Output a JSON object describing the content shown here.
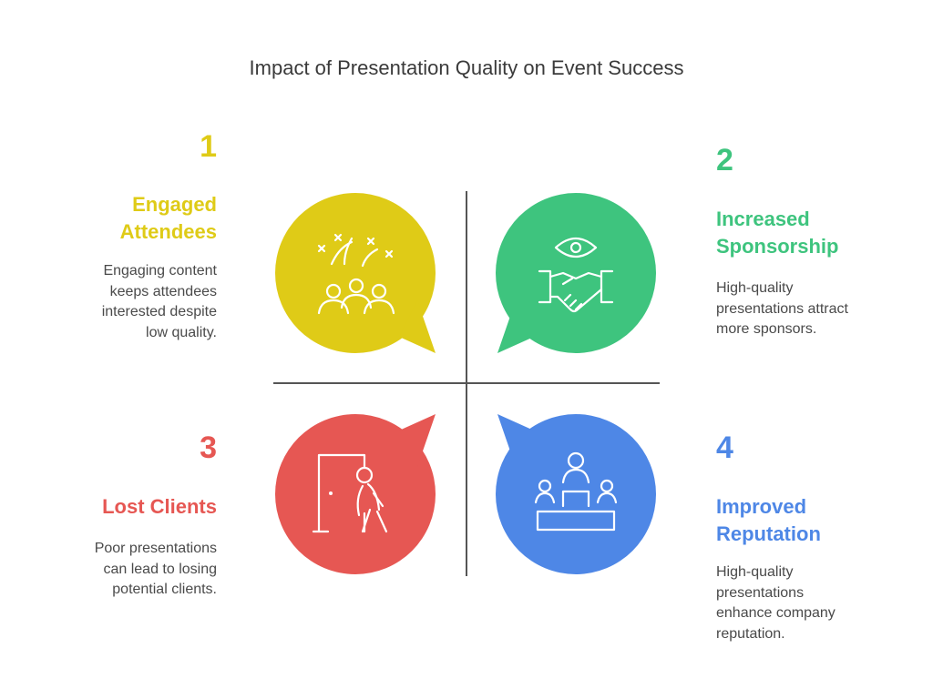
{
  "title": "Impact of Presentation Quality on Event Success",
  "colors": {
    "yellow": "#dfcb17",
    "green": "#3ec47e",
    "red": "#e65753",
    "blue": "#4e87e6",
    "axis": "#555555",
    "description": "#4a4a4a"
  },
  "quadrants": [
    {
      "number": "1",
      "heading": [
        "Engaged",
        "Attendees"
      ],
      "description": [
        "Engaging content",
        "keeps attendees",
        "interested despite",
        "low quality."
      ],
      "icon": "celebrating-people-icon"
    },
    {
      "number": "2",
      "heading": [
        "Increased",
        "Sponsorship"
      ],
      "description": [
        "High-quality",
        "presentations attract",
        "more sponsors."
      ],
      "icon": "eye-handshake-icon"
    },
    {
      "number": "3",
      "heading": [
        "Lost Clients"
      ],
      "description": [
        "Poor presentations",
        "can lead to losing",
        "potential clients."
      ],
      "icon": "person-leaving-door-icon"
    },
    {
      "number": "4",
      "heading": [
        "Improved",
        "Reputation"
      ],
      "description": [
        "High-quality",
        "presentations",
        "enhance company",
        "reputation."
      ],
      "icon": "podium-audience-icon"
    }
  ]
}
